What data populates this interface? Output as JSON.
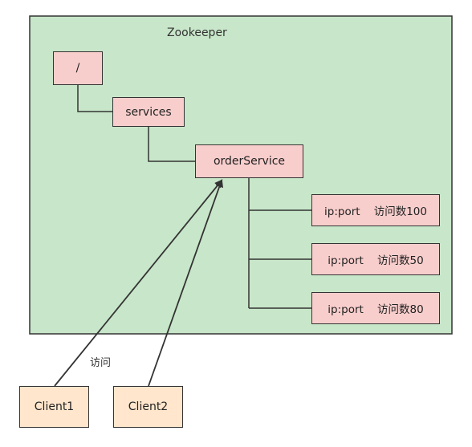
{
  "container": {
    "title": "Zookeeper"
  },
  "nodes": {
    "root": "/",
    "services": "services",
    "order_service": "orderService",
    "instances": [
      "ip:port    访问数100",
      "ip:port    访问数50",
      "ip:port    访问数80"
    ]
  },
  "clients": [
    "Client1",
    "Client2"
  ],
  "edge_label": "访问",
  "colors": {
    "container_fill": "#c8e6c9",
    "node_fill": "#f8cecc",
    "client_fill": "#ffe6cc",
    "stroke": "#333333"
  }
}
